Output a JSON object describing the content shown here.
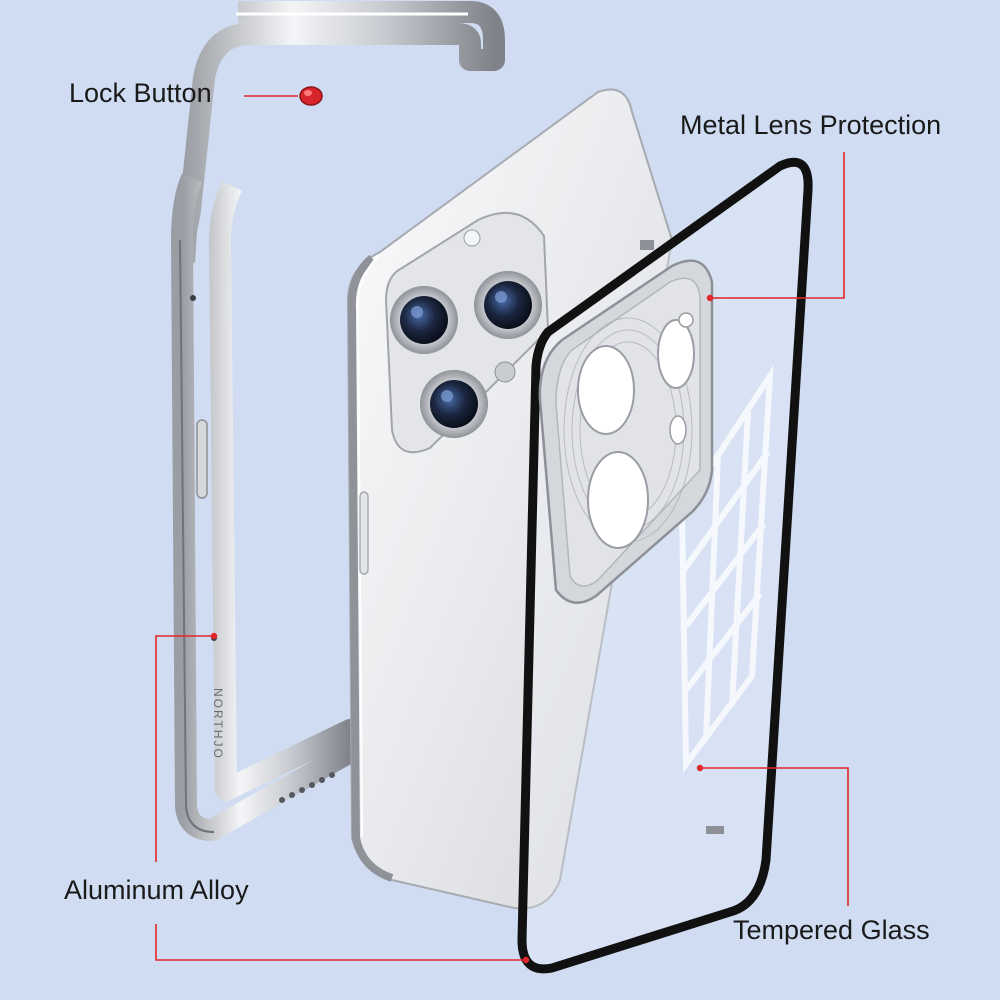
{
  "colors": {
    "background": "#cfdcf2",
    "accent": "#e3262b",
    "label_text": "#1a1a1a",
    "metal_light": "#f2f3f5",
    "metal_mid": "#c9ccd1",
    "metal_dark": "#8d9096",
    "glass_edge": "#111111",
    "lens": "#1b2740"
  },
  "frame": {
    "engraving": "NORTHJO"
  },
  "callouts": {
    "lock_button": "Lock Button",
    "metal_lens_protection": "Metal Lens Protection",
    "aluminum_alloy": "Aluminum Alloy",
    "tempered_glass": "Tempered Glass"
  }
}
